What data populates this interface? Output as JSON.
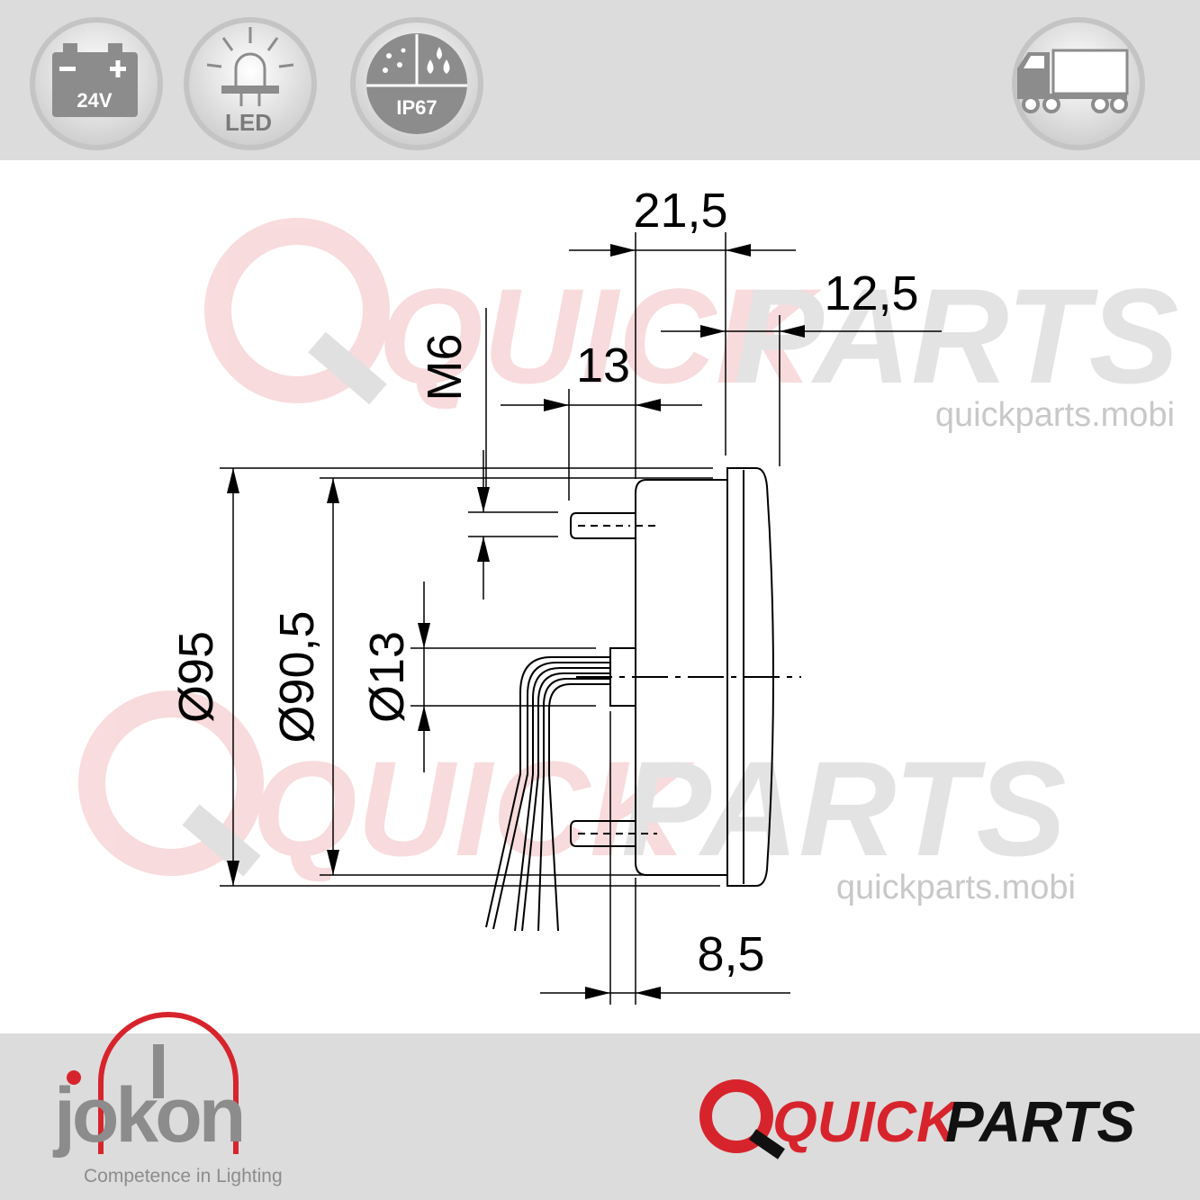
{
  "badges": {
    "voltage": "24V",
    "led": "LED",
    "ip": "IP67"
  },
  "watermark": {
    "brand_left": "QUICK",
    "brand_right": "PARTS",
    "url": "quickparts.mobi"
  },
  "dimensions": {
    "d21_5": "21,5",
    "d12_5": "12,5",
    "m6": "M6",
    "d13": "13",
    "dia95": "Ø95",
    "dia90_5": "Ø90,5",
    "dia13": "Ø13",
    "d8_5": "8,5"
  },
  "footer": {
    "jokon_name": "jokon",
    "jokon_tagline": "Competence in Lighting",
    "quick": "QUICK",
    "parts": "PARTS"
  },
  "colors": {
    "brand_red": "#d7242c",
    "gray_band": "#dcdcdc",
    "badge_gray": "#8c8c8c"
  }
}
